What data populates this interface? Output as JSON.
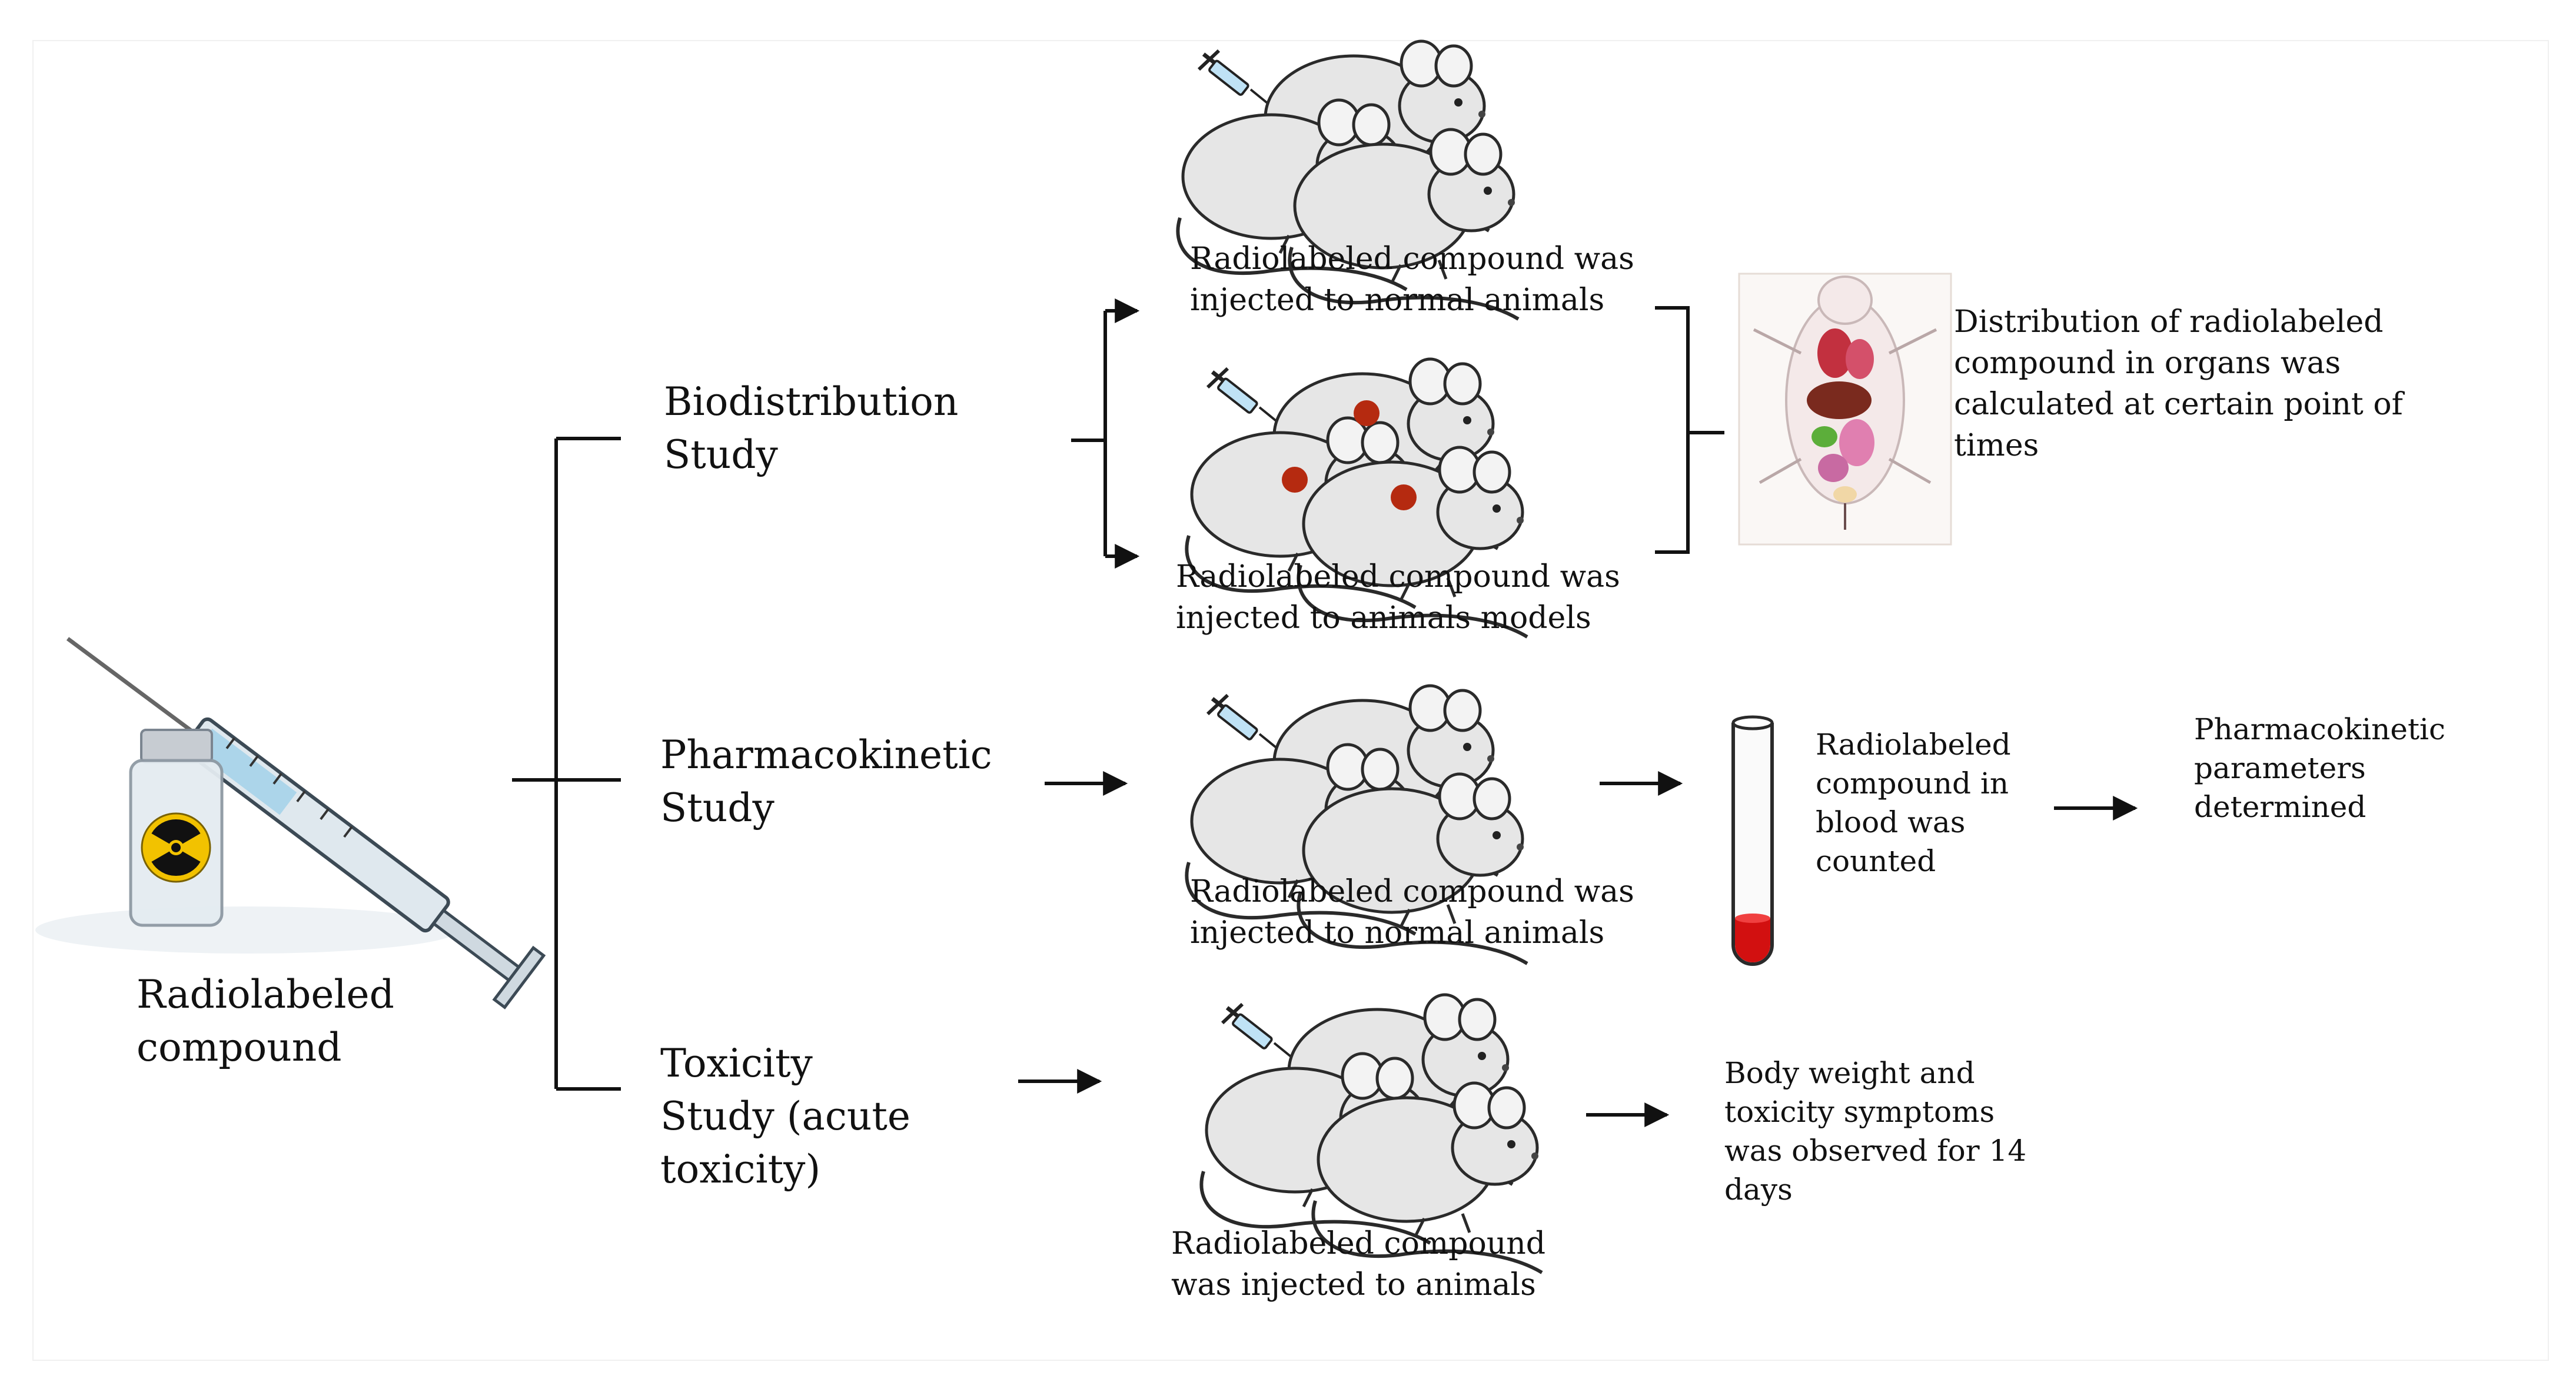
{
  "compound": {
    "label": "Radiolabeled\ncompound",
    "icon": "syringe-vial-icon",
    "hazard_icon": "radiation-icon"
  },
  "studies": {
    "biodistribution": {
      "title": "Biodistribution\nStudy",
      "normal_animals": "Radiolabeled compound was\ninjected to normal animals",
      "animal_models": "Radiolabeled compound was\ninjected to animals models",
      "result": "Distribution of radiolabeled\ncompound in organs was\ncalculated at certain point of\ntimes",
      "organ_icon": "mouse-dissection-icon"
    },
    "pharmacokinetic": {
      "title": "Pharmacokinetic\nStudy",
      "injection": "Radiolabeled compound was\ninjected to normal animals",
      "blood": "Radiolabeled\ncompound in\nblood was\ncounted",
      "result": "Pharmacokinetic\nparameters\ndetermined",
      "tube_icon": "blood-test-tube-icon"
    },
    "toxicity": {
      "title": "Toxicity\nStudy (acute\ntoxicity)",
      "injection": "Radiolabeled compound\nwas  injected to animals",
      "result": "Body weight and\ntoxicity symptoms\nwas observed for 14\ndays"
    }
  },
  "icons": {
    "mice": "mice-group-icon",
    "syringe": "small-syringe-icon"
  },
  "colors": {
    "line": "#111111",
    "blood": "#d21010",
    "mouse_body": "#e6e6e6",
    "mouse_outline": "#2a2a2a",
    "radiation": "#f2c200",
    "tumor": "#b52a10"
  }
}
